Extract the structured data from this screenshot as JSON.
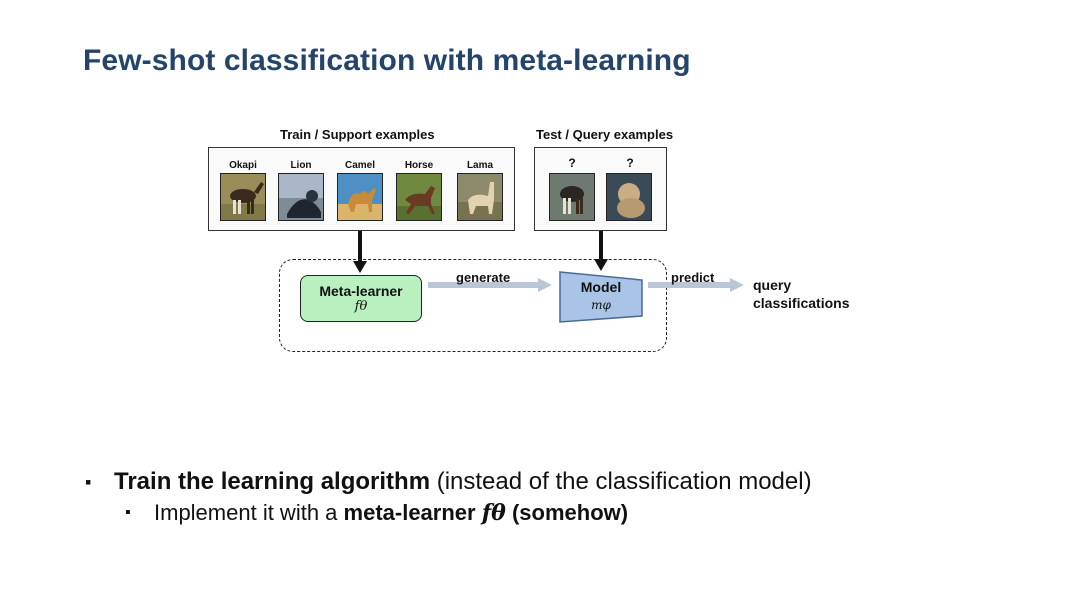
{
  "slide": {
    "title": "Few-shot classification with meta-learning"
  },
  "diagram": {
    "support_label": "Train / Support examples",
    "query_label": "Test / Query examples",
    "support_images": [
      {
        "label": "Okapi",
        "icon": "okapi-image"
      },
      {
        "label": "Lion",
        "icon": "lion-image"
      },
      {
        "label": "Camel",
        "icon": "camel-image"
      },
      {
        "label": "Horse",
        "icon": "horse-image"
      },
      {
        "label": "Lama",
        "icon": "lama-image"
      }
    ],
    "query_images": [
      {
        "label": "?",
        "icon": "query-okapi-image"
      },
      {
        "label": "?",
        "icon": "query-lama-image"
      }
    ],
    "meta_learner": {
      "name": "Meta-learner",
      "symbol": "fθ"
    },
    "model": {
      "name": "Model",
      "symbol": "mφ"
    },
    "edge_generate": "generate",
    "edge_predict": "predict",
    "output_line1": "query",
    "output_line2": "classifications",
    "colors": {
      "title": "#24446a",
      "meta_fill": "#b8f0c0",
      "model_fill": "#a9c4e6",
      "arrow": "#b8c6d8"
    }
  },
  "bullets": {
    "b1_bold": "Train the learning algorithm",
    "b1_rest": " (instead of the classification model)",
    "b2_pre": "Implement it with a ",
    "b2_bold": "meta-learner ",
    "b2_sym": "fθ",
    "b2_post": " (somehow)",
    "marker": "▪"
  }
}
